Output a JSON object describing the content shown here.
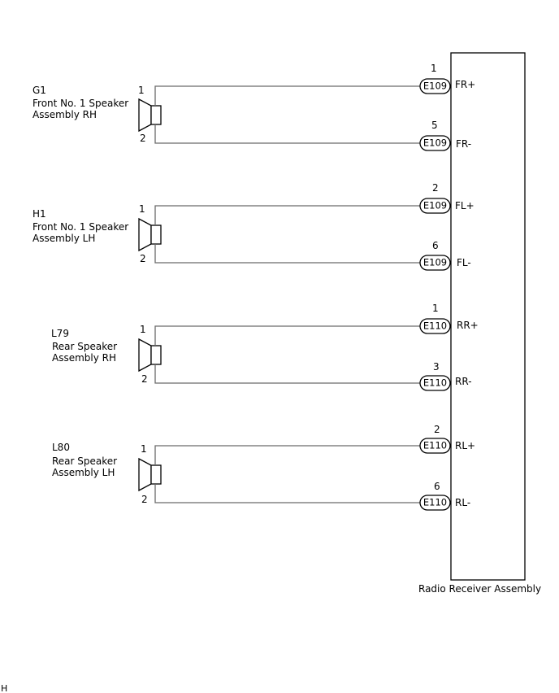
{
  "receiver": {
    "label": "Radio Receiver Assembly"
  },
  "speakers": [
    {
      "code": "G1",
      "name_line1": "Front No. 1 Speaker",
      "name_line2": "Assembly RH",
      "pin_top": "1",
      "pin_bottom": "2",
      "top": {
        "pin": "1",
        "connector": "E109",
        "signal": "FR+"
      },
      "bottom": {
        "pin": "5",
        "connector": "E109",
        "signal": "FR-"
      }
    },
    {
      "code": "H1",
      "name_line1": "Front No. 1 Speaker",
      "name_line2": "Assembly LH",
      "pin_top": "1",
      "pin_bottom": "2",
      "top": {
        "pin": "2",
        "connector": "E109",
        "signal": "FL+"
      },
      "bottom": {
        "pin": "6",
        "connector": "E109",
        "signal": "FL-"
      }
    },
    {
      "code": "L79",
      "name_line1": "Rear Speaker",
      "name_line2": "Assembly RH",
      "pin_top": "1",
      "pin_bottom": "2",
      "top": {
        "pin": "1",
        "connector": "E110",
        "signal": "RR+"
      },
      "bottom": {
        "pin": "3",
        "connector": "E110",
        "signal": "RR-"
      }
    },
    {
      "code": "L80",
      "name_line1": "Rear Speaker",
      "name_line2": "Assembly LH",
      "pin_top": "1",
      "pin_bottom": "2",
      "top": {
        "pin": "2",
        "connector": "E110",
        "signal": "RL+"
      },
      "bottom": {
        "pin": "6",
        "connector": "E110",
        "signal": "RL-"
      }
    }
  ],
  "corner_mark": "H"
}
